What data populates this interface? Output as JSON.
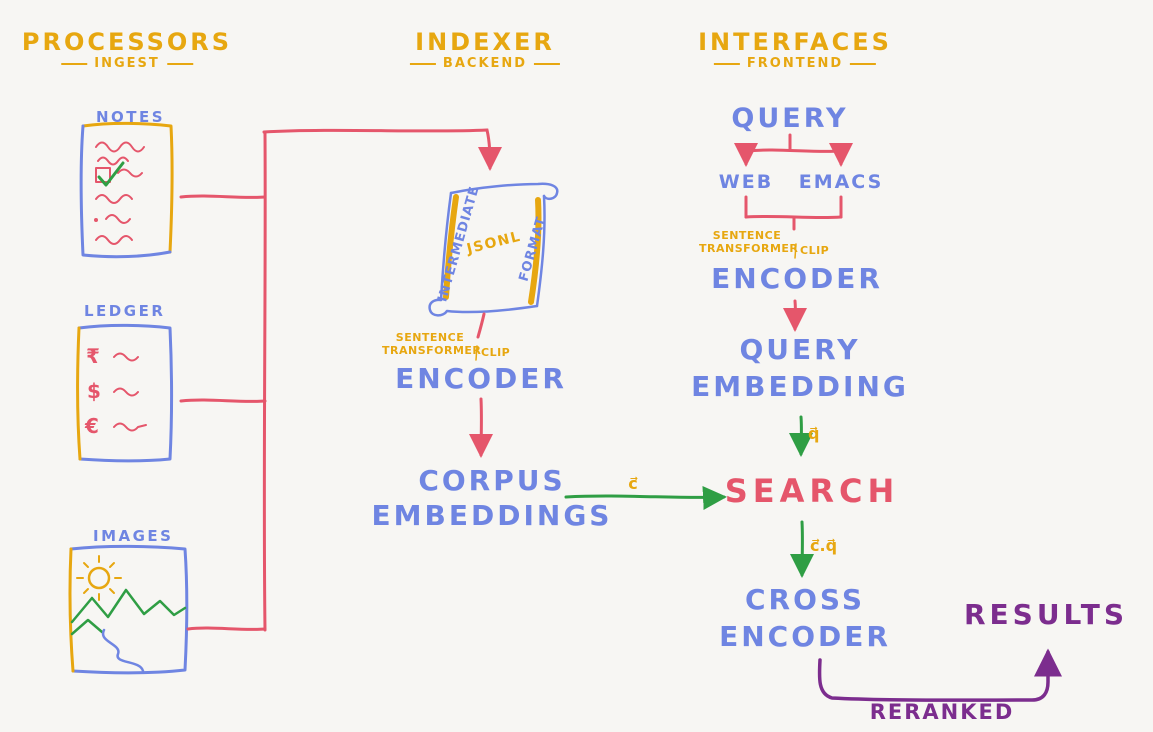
{
  "colors": {
    "background": "#f7f6f3",
    "yellow": "#e7a710",
    "blue": "#6f85e2",
    "red": "#e5566b",
    "green": "#2f9e44",
    "purple": "#7c2d8e"
  },
  "headers": {
    "processors": {
      "title": "PROCESSORS",
      "subtitle": "INGEST"
    },
    "indexer": {
      "title": "INDEXER",
      "subtitle": "BACKEND"
    },
    "interfaces": {
      "title": "INTERFACES",
      "subtitle": "FRONTEND"
    }
  },
  "processors": {
    "notes_label": "NOTES",
    "ledger_label": "LEDGER",
    "images_label": "IMAGES",
    "ledger_symbols": [
      "₹",
      "$",
      "€"
    ]
  },
  "indexer": {
    "scroll_left": "INTERMEDIATE",
    "scroll_center": "JSONL",
    "scroll_right": "FORMAT",
    "model_line1": "SENTENCE",
    "model_line2": "TRANSFORMER",
    "model_clip": "CLIP",
    "encoder": "ENCODER",
    "corpus_line1": "CORPUS",
    "corpus_line2": "EMBEDDINGS"
  },
  "interfaces": {
    "query": "QUERY",
    "web": "WEB",
    "emacs": "EMACS",
    "model_line1": "SENTENCE",
    "model_line2": "TRANSFORMER",
    "model_clip": "CLIP",
    "encoder": "ENCODER",
    "embedding_line1": "QUERY",
    "embedding_line2": "EMBEDDING",
    "search": "SEARCH",
    "cross_line1": "CROSS",
    "cross_line2": "ENCODER",
    "results": "RESULTS",
    "reranked": "RERANKED"
  },
  "edge_labels": {
    "corpus_vector": "c⃗",
    "query_vector": "q⃗",
    "similarity": "c⃗.q⃗"
  }
}
